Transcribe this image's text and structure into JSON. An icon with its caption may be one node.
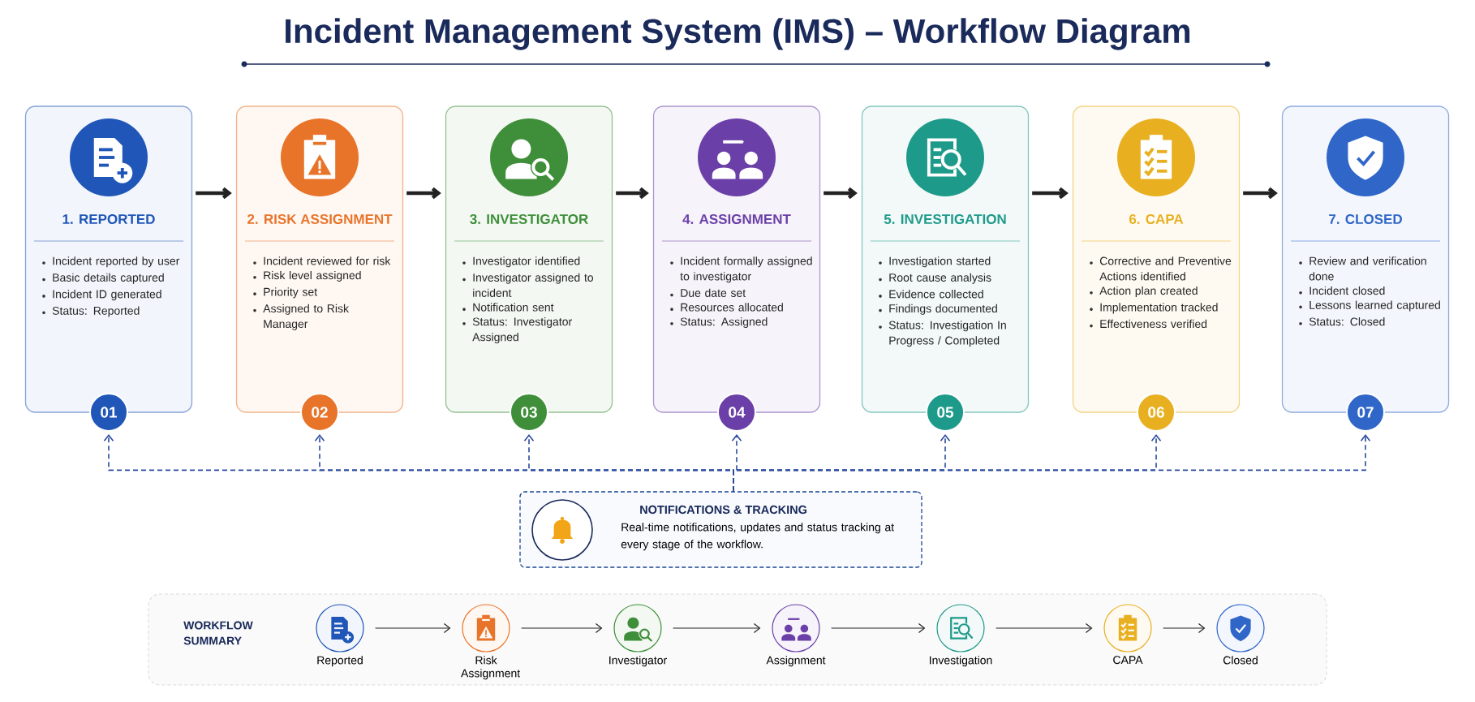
{
  "diagram": {
    "title": "Incident Management System (IMS) – Workflow Diagram",
    "nodes": [
      {
        "text": [
          "1. REPORTED",
          "Incident reported by user",
          "Basic details captured",
          "Incident ID generated",
          "Status: Reported"
        ]
      },
      {
        "text": [
          "2. RISK ASSIGNMENT",
          "Incident reviewed for risk",
          "Risk level assigned",
          "Priority set",
          "Assigned to Risk Manager"
        ]
      },
      {
        "text": [
          "3. INVESTIGATOR",
          "Investigator identified",
          "Investigator assigned to incident",
          "Notification sent",
          "Status: Investigator Assigned"
        ]
      },
      {
        "text": [
          "4. ASSIGNMENT",
          "Incident formally assigned to investigator",
          "Due date set",
          "Resources allocated",
          "Status: Assigned"
        ]
      },
      {
        "text": [
          "5. INVESTIGATION",
          "Investigation started",
          "Root cause analysis",
          "Evidence collected",
          "Findings documented",
          "Status: Investigation In Progress / Completed"
        ]
      },
      {
        "text": [
          "6. CAPA",
          "Corrective and Preventive Actions identified",
          "Action plan created",
          "Implementation tracked",
          "Effectiveness verified"
        ]
      },
      {
        "text": [
          "7. CLOSED",
          "Review and verification done",
          "Incident closed",
          "Lessons learned captured",
          "Status: Closed"
        ]
      },
      {
        "text": [
          "01"
        ]
      },
      {
        "text": [
          "02"
        ]
      },
      {
        "text": [
          "03"
        ]
      },
      {
        "text": [
          "04"
        ]
      },
      {
        "text": [
          "05"
        ]
      },
      {
        "text": [
          "06"
        ]
      },
      {
        "text": [
          "07"
        ]
      },
      {
        "text": [
          "NOTIFICATIONS & TRACKING",
          "Real-time notifications, updates and status tracking at every stage of the workflow."
        ]
      },
      {
        "text": [
          "WORKFLOW SUMMARY"
        ]
      },
      {
        "text": [
          "Reported"
        ],
        "in": 15
      },
      {
        "text": [
          "Risk Assignment"
        ],
        "in": 15
      },
      {
        "text": [
          "Investigator"
        ],
        "in": 15
      },
      {
        "text": [
          "Assignment"
        ],
        "in": 15
      },
      {
        "text": [
          "Investigation"
        ],
        "in": 15
      },
      {
        "text": [
          "CAPA"
        ],
        "in": 15
      },
      {
        "text": [
          "Closed"
        ],
        "in": 15
      }
    ],
    "edges": [
      {
        "from": 0,
        "to": 1,
        "arrow": "to",
        "style": "thick"
      },
      {
        "from": 1,
        "to": 2,
        "arrow": "to",
        "style": "thick"
      },
      {
        "from": 2,
        "to": 3,
        "arrow": "to",
        "style": "thick"
      },
      {
        "from": 3,
        "to": 4,
        "arrow": "to",
        "style": "thick"
      },
      {
        "from": 4,
        "to": 5,
        "arrow": "to",
        "style": "thick"
      },
      {
        "from": 5,
        "to": 6,
        "arrow": "to",
        "style": "thick"
      },
      {
        "from": 14,
        "to": 7,
        "arrow": "to",
        "style": "dashed",
        "color": "#2a4aa0"
      },
      {
        "from": 14,
        "to": 8,
        "arrow": "to",
        "style": "dashed",
        "color": "#2a4aa0"
      },
      {
        "from": 14,
        "to": 9,
        "arrow": "to",
        "style": "dashed",
        "color": "#2a4aa0"
      },
      {
        "from": 14,
        "to": 10,
        "arrow": "to",
        "style": "dashed",
        "color": "#2a4aa0"
      },
      {
        "from": 14,
        "to": 11,
        "arrow": "to",
        "style": "dashed",
        "color": "#2a4aa0"
      },
      {
        "from": 14,
        "to": 12,
        "arrow": "to",
        "style": "dashed",
        "color": "#2a4aa0"
      },
      {
        "from": 14,
        "to": 13,
        "arrow": "to",
        "style": "dashed",
        "color": "#2a4aa0"
      },
      {
        "from": 16,
        "to": 17,
        "arrow": "to"
      },
      {
        "from": 17,
        "to": 18,
        "arrow": "to"
      },
      {
        "from": 18,
        "to": 19,
        "arrow": "to"
      },
      {
        "from": 19,
        "to": 20,
        "arrow": "to"
      },
      {
        "from": 20,
        "to": 21,
        "arrow": "to"
      },
      {
        "from": 21,
        "to": 22,
        "arrow": "to"
      }
    ]
  }
}
